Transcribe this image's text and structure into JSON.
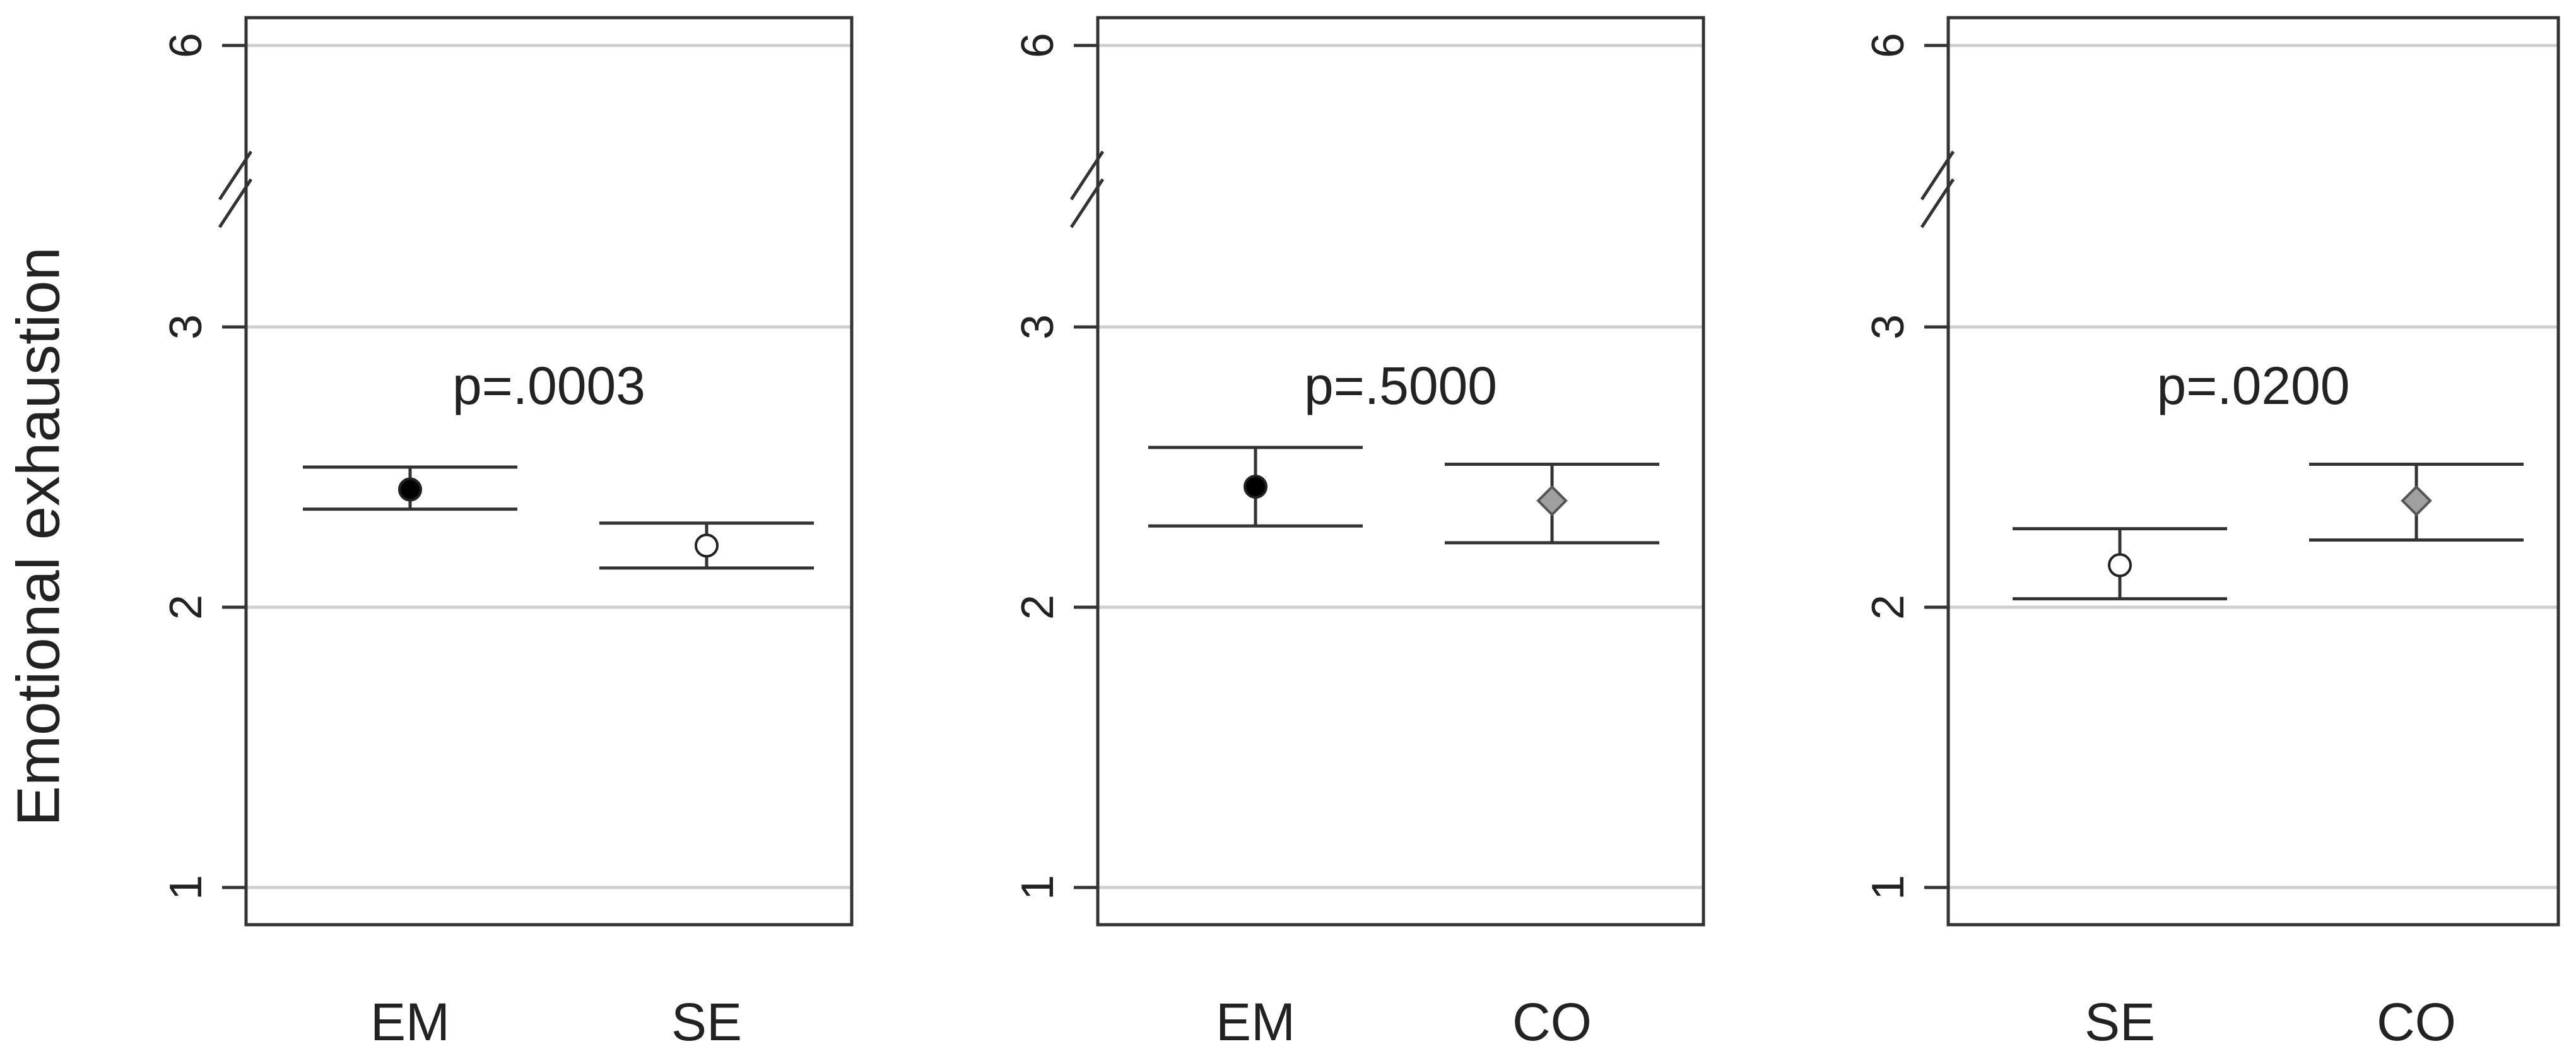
{
  "figure": {
    "y_axis_label": "Emotional exhaustion"
  },
  "chart_data": [
    {
      "type": "scatter",
      "annotation": "p=.0003",
      "y_ticks": [
        1,
        2,
        3,
        6
      ],
      "y_axis_break": "between 3 and 6",
      "ylim": [
        1,
        6
      ],
      "grid": true,
      "categories": [
        "EM",
        "SE"
      ],
      "points": [
        {
          "category": "EM",
          "mean": 2.42,
          "lower": 2.35,
          "upper": 2.5,
          "marker": "filled-circle",
          "color": "#000000"
        },
        {
          "category": "SE",
          "mean": 2.22,
          "lower": 2.14,
          "upper": 2.3,
          "marker": "open-circle",
          "color": "#ffffff"
        }
      ]
    },
    {
      "type": "scatter",
      "annotation": "p=.5000",
      "y_ticks": [
        1,
        2,
        3,
        6
      ],
      "y_axis_break": "between 3 and 6",
      "ylim": [
        1,
        6
      ],
      "grid": true,
      "categories": [
        "EM",
        "CO"
      ],
      "points": [
        {
          "category": "EM",
          "mean": 2.43,
          "lower": 2.29,
          "upper": 2.57,
          "marker": "filled-circle",
          "color": "#000000"
        },
        {
          "category": "CO",
          "mean": 2.38,
          "lower": 2.23,
          "upper": 2.51,
          "marker": "gray-diamond",
          "color": "#a0a0a0"
        }
      ]
    },
    {
      "type": "scatter",
      "annotation": "p=.0200",
      "y_ticks": [
        1,
        2,
        3,
        6
      ],
      "y_axis_break": "between 3 and 6",
      "ylim": [
        1,
        6
      ],
      "grid": true,
      "categories": [
        "SE",
        "CO"
      ],
      "points": [
        {
          "category": "SE",
          "mean": 2.15,
          "lower": 2.03,
          "upper": 2.28,
          "marker": "open-circle",
          "color": "#ffffff"
        },
        {
          "category": "CO",
          "mean": 2.38,
          "lower": 2.24,
          "upper": 2.51,
          "marker": "gray-diamond",
          "color": "#a0a0a0"
        }
      ]
    }
  ]
}
